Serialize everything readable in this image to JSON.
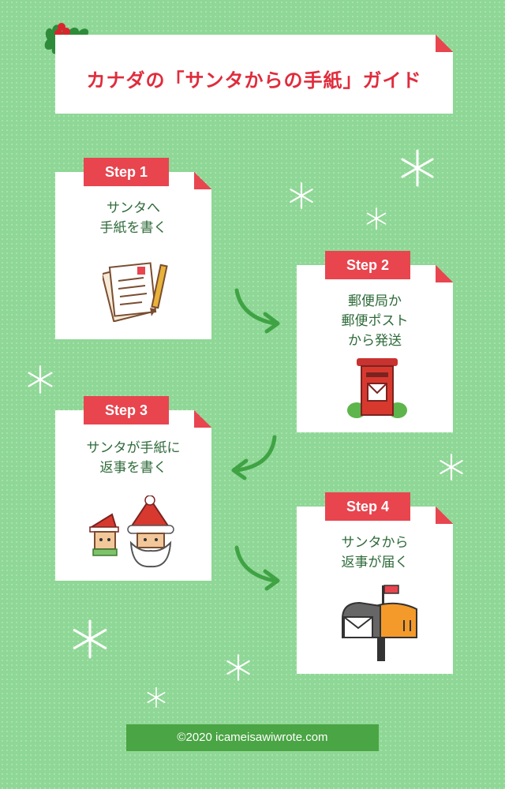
{
  "header": {
    "title": "カナダの「サンタからの手紙」ガイド"
  },
  "steps": [
    {
      "badge": "Step 1",
      "text": "サンタへ\n手紙を書く",
      "icon": "letter-and-pen-icon"
    },
    {
      "badge": "Step 2",
      "text": "郵便局か\n郵便ポスト\nから発送",
      "icon": "red-postbox-icon"
    },
    {
      "badge": "Step 3",
      "text": "サンタが手紙に\n返事を書く",
      "icon": "santa-and-elf-icon"
    },
    {
      "badge": "Step 4",
      "text": "サンタから\n返事が届く",
      "icon": "mailbox-icon"
    }
  ],
  "footer": {
    "credit": "©2020 icameisawiwrote.com"
  },
  "colors": {
    "background": "#8fd796",
    "accent": "#e8454f",
    "text": "#2f6b3a",
    "footer": "#4aa544"
  }
}
